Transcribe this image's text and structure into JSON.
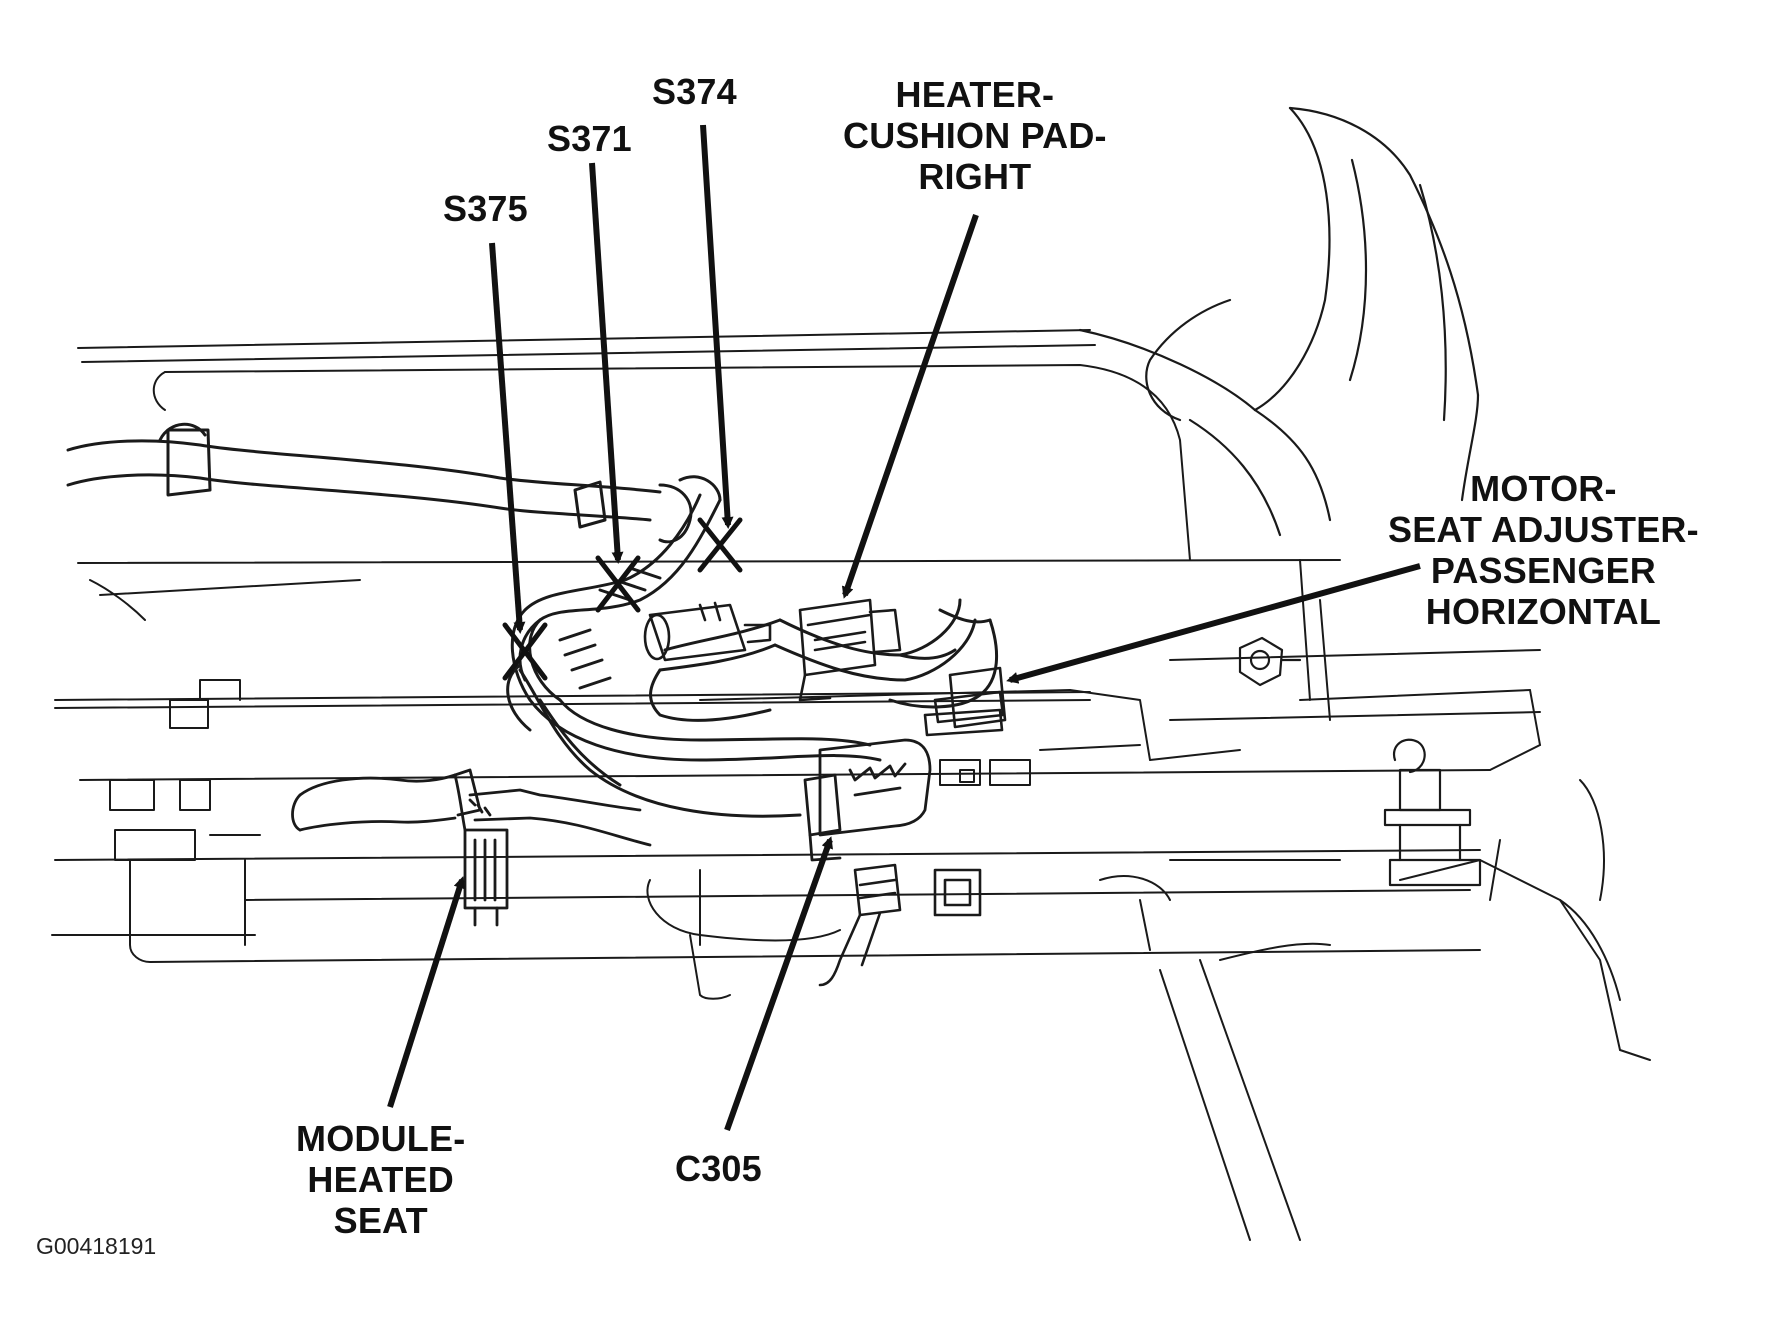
{
  "figure_id": "G00418191",
  "labels": {
    "s374": "S374",
    "s371": "S371",
    "s375": "S375",
    "heater_cushion_pad_right": "HEATER-\nCUSHION PAD-\nRIGHT",
    "motor_seat_adjuster": "MOTOR-\nSEAT ADJUSTER-\nPASSENGER\nHORIZONTAL",
    "module_heated_seat": "MODULE-\nHEATED\nSEAT",
    "c305": "C305"
  },
  "colors": {
    "ink": "#111111",
    "background": "#ffffff"
  }
}
